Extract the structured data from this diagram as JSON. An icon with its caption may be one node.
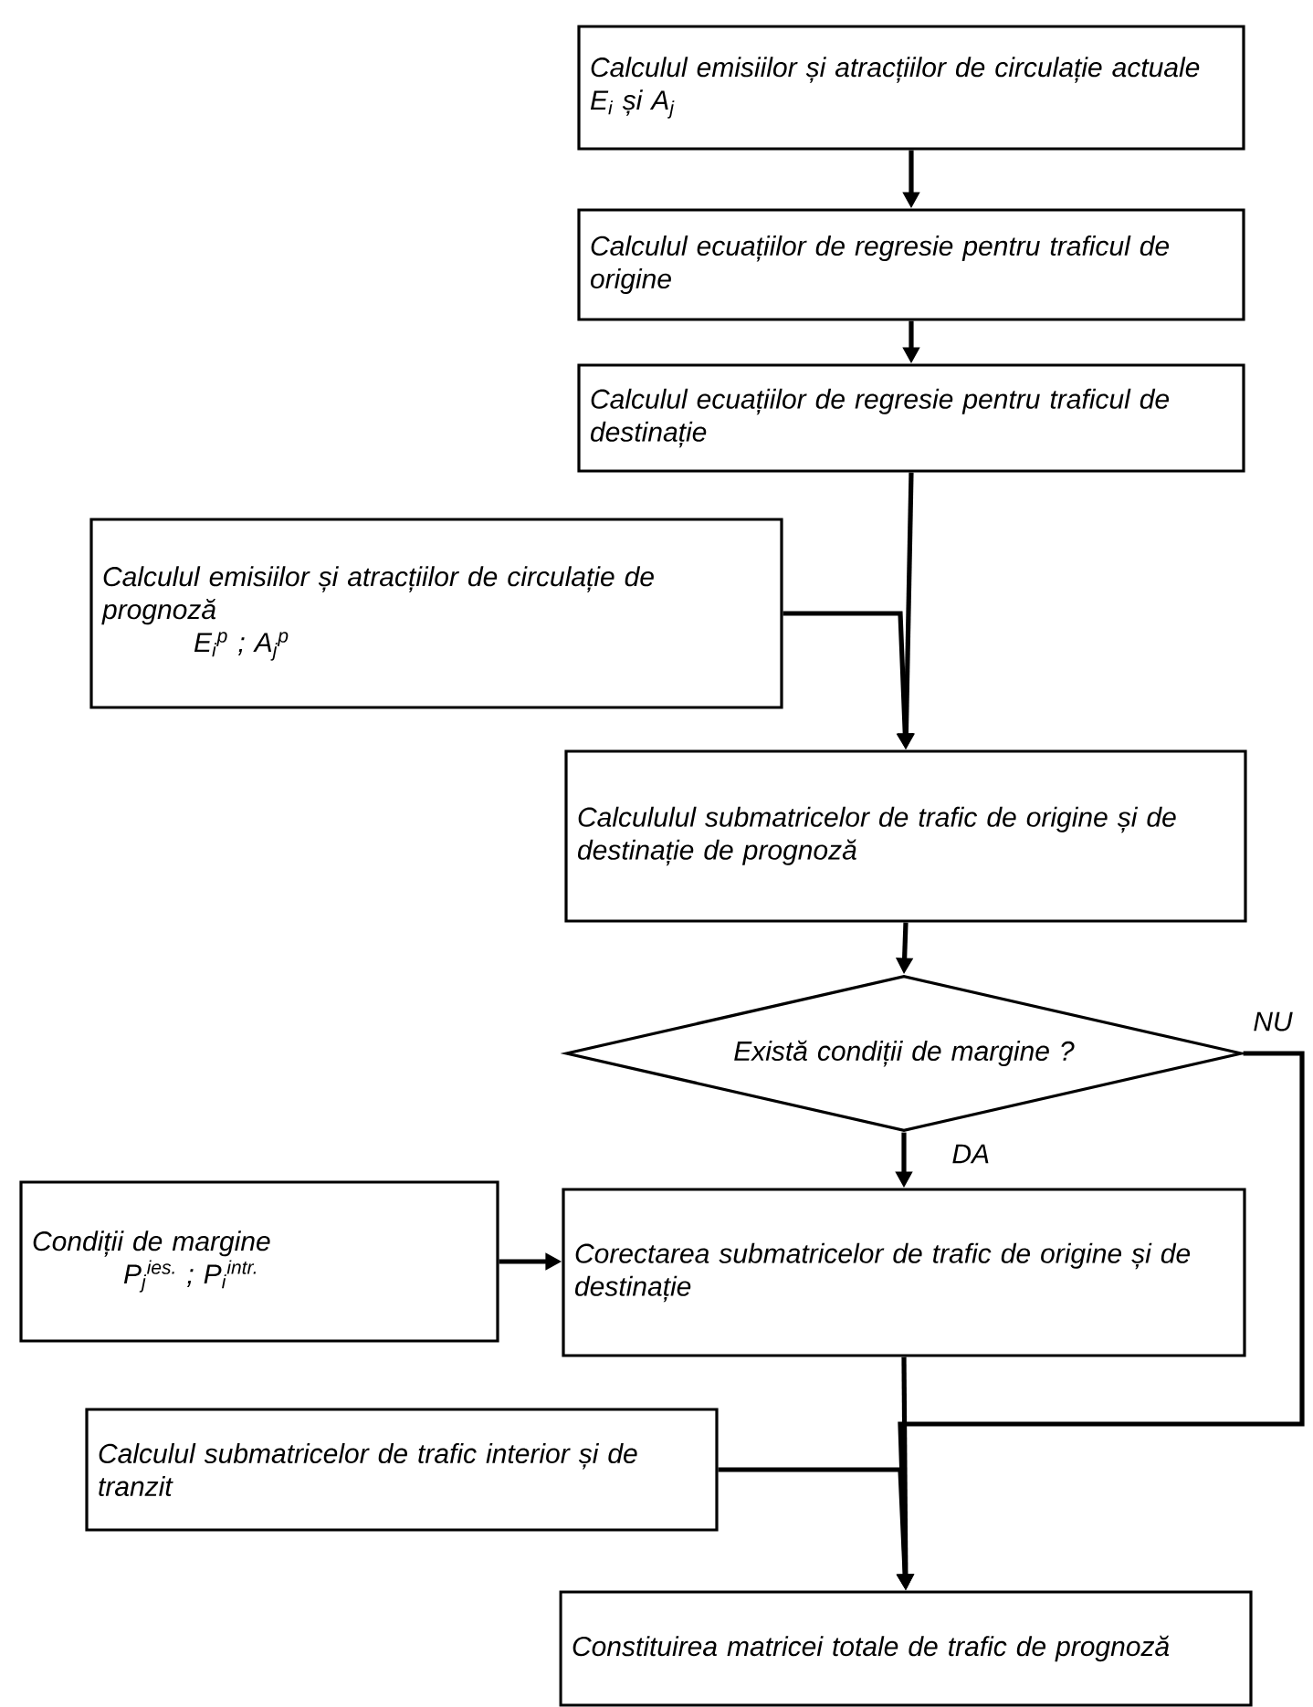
{
  "diagram": {
    "nodes": [
      {
        "text": [
          "Calculul emisiilor și atracțiilor de circulație actuale E$_{i}$ și A$_{j}$"
        ]
      },
      {
        "text": [
          "Calculul ecuațiilor de regresie pentru traficul de origine"
        ]
      },
      {
        "text": [
          "Calculul ecuațiilor de regresie pentru traficul de destinație"
        ]
      },
      {
        "text": [
          "Calculul emisiilor și atracțiilor de circulație de prognoză",
          "E$_{i}$$^{p}$ ; A$_{j}$$^{p}$"
        ]
      },
      {
        "text": [
          "Calcululul submatricelor de trafic de origine și de destinație de prognoză"
        ]
      },
      {
        "text": [
          "Există condiții de margine ?"
        ]
      },
      {
        "text": [
          "Condiții de margine",
          "P$_{j}$$^{ies.}$ ; P$_{i}$$^{intr.}$"
        ]
      },
      {
        "text": [
          "Corectarea submatricelor de trafic de origine și de destinație"
        ]
      },
      {
        "text": [
          "Calculul submatricelor de trafic interior și de tranzit"
        ]
      },
      {
        "text": [
          "Constituirea matricei totale de trafic de prognoză"
        ]
      }
    ],
    "edges": [
      {
        "from": 0,
        "to": 1,
        "arrow": "to"
      },
      {
        "from": 1,
        "to": 2,
        "arrow": "to"
      },
      {
        "from": 2,
        "to": 4,
        "arrow": "to"
      },
      {
        "from": 3,
        "to": 4,
        "arrow": "to"
      },
      {
        "from": 4,
        "to": 5,
        "arrow": "to"
      },
      {
        "from": 5,
        "to": 7,
        "arrow": "to",
        "label": "DA"
      },
      {
        "from": 6,
        "to": 7,
        "arrow": "to"
      },
      {
        "from": 7,
        "to": 9,
        "arrow": "to"
      },
      {
        "from": 5,
        "to": 9,
        "arrow": "to",
        "label": "NU"
      },
      {
        "from": 8,
        "to": 9,
        "arrow": "to"
      }
    ]
  }
}
